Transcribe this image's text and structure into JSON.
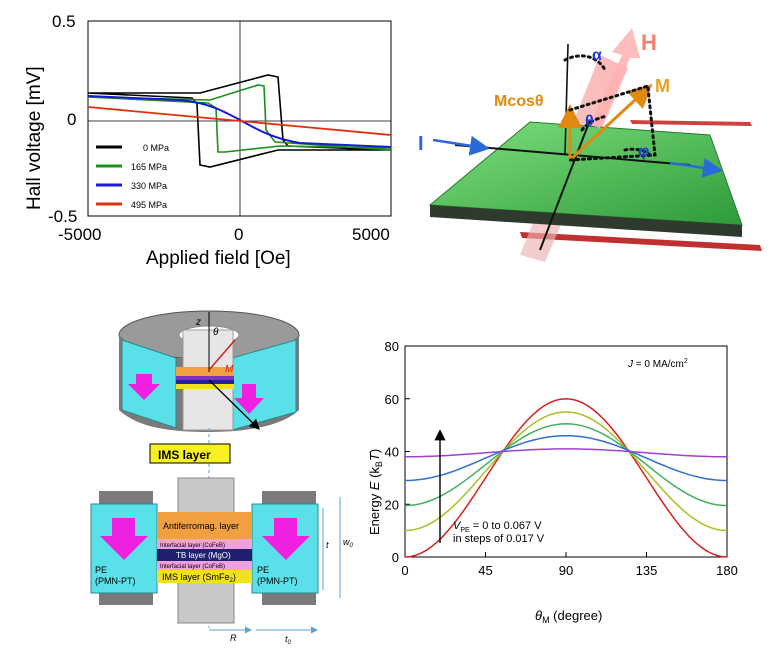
{
  "hall_chart": {
    "ylabel": "Hall  voltage  [mV]",
    "xlabel": "Applied  field   [Oe]",
    "xticks": [
      "-5000",
      "0",
      "5000"
    ],
    "yticks": [
      "0.5",
      "0",
      "-0.5"
    ],
    "legend": [
      "0 MPa",
      "165 MPa",
      "330 MPa",
      "495 MPa"
    ],
    "colors": [
      "#000000",
      "#1a8f1a",
      "#1a1ad0",
      "#e03010"
    ]
  },
  "hall_geometry": {
    "H": "H",
    "M": "M",
    "Mcos": "Mcosθ",
    "I": "I",
    "alpha": "α",
    "theta": "θ",
    "phi": "φ"
  },
  "device": {
    "z": "z",
    "theta": "θ",
    "M": "M",
    "ims_callout": "IMS layer",
    "antiferro": "Antiferromag. layer",
    "interfacial_top": "Interfacial layer (CoFeB)",
    "tb": "TB layer (MgO)",
    "interfacial_bottom": "Interfacial layer (CoFeB)",
    "ims": "IMS layer  (SmFe",
    "ims_sub": "2",
    "ims_close": ")",
    "pe_left_1": "PE",
    "pe_left_2": "(PMN-PT)",
    "pe_right_1": "PE",
    "pe_right_2": "(PMN-PT)",
    "t": "t",
    "w0": "w",
    "w0_sub": "0",
    "R": "R",
    "t0": "t",
    "t0_sub": "0"
  },
  "chart_data": {
    "type": "line",
    "xlabel_main": "θ",
    "xlabel_sub": "M",
    "xlabel_rest": " (degree)",
    "ylabel_main": "Energy ",
    "ylabel_E": "E",
    "ylabel_open": " (k",
    "ylabel_B": "B",
    "ylabel_T": "T",
    "ylabel_close": ")",
    "xlim": [
      0,
      180
    ],
    "ylim": [
      0,
      80
    ],
    "xticks": [
      0,
      45,
      90,
      135,
      180
    ],
    "yticks": [
      0,
      20,
      40,
      60,
      80
    ],
    "annotation_J": "J",
    "annotation_J_rest": " = 0 MA/cm",
    "annotation_J_sup": "2",
    "annotation_V": "V",
    "annotation_V_sub": "PE",
    "annotation_V_rest": " = 0 to 0.067 V",
    "annotation_steps": "in steps of 0.017 V",
    "series": [
      {
        "values": [
          0,
          60
        ],
        "color": "#d42020"
      },
      {
        "values": [
          10,
          55
        ],
        "color": "#a8c020"
      },
      {
        "values": [
          19.5,
          50.5
        ],
        "color": "#40b060"
      },
      {
        "values": [
          29,
          46
        ],
        "color": "#3070d0"
      },
      {
        "values": [
          38,
          41
        ],
        "color": "#a040d0"
      }
    ]
  }
}
